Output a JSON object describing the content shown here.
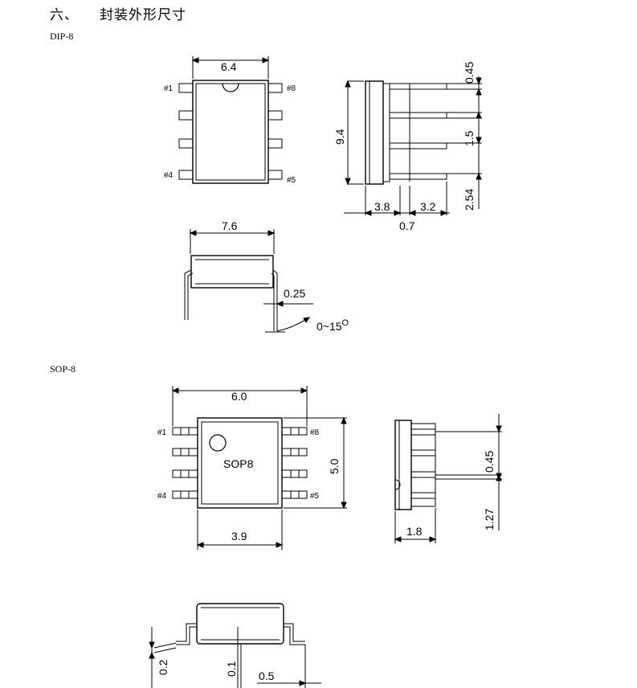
{
  "heading": {
    "number": "六、",
    "title": "封装外形尺寸"
  },
  "dip8": {
    "name": "DIP-8",
    "pins": {
      "p1": "#1",
      "p8": "#8",
      "p4": "#4",
      "p5": "#5"
    },
    "dims": {
      "width": "6.4",
      "length": "9.4",
      "lead_w": "0.45",
      "lead_pitch_b": "1.5",
      "pitch": "2.54",
      "body_h": "3.8",
      "lead_len": "3.2",
      "offset": "0.7",
      "row_span": "7.6",
      "lead_t": "0.25",
      "angle": "0~15",
      "angle_unit": "O"
    }
  },
  "sop8": {
    "name": "SOP-8",
    "body_label": "SOP8",
    "pins": {
      "p1": "#1",
      "p8": "#8",
      "p4": "#4",
      "p5": "#5"
    },
    "dims": {
      "span": "6.0",
      "length": "5.0",
      "body_w": "3.9",
      "lead_w": "0.45",
      "pitch": "1.27",
      "height": "1.8",
      "standoff_a": "0.2",
      "standoff_b": "0.1",
      "foot": "0.5"
    }
  }
}
